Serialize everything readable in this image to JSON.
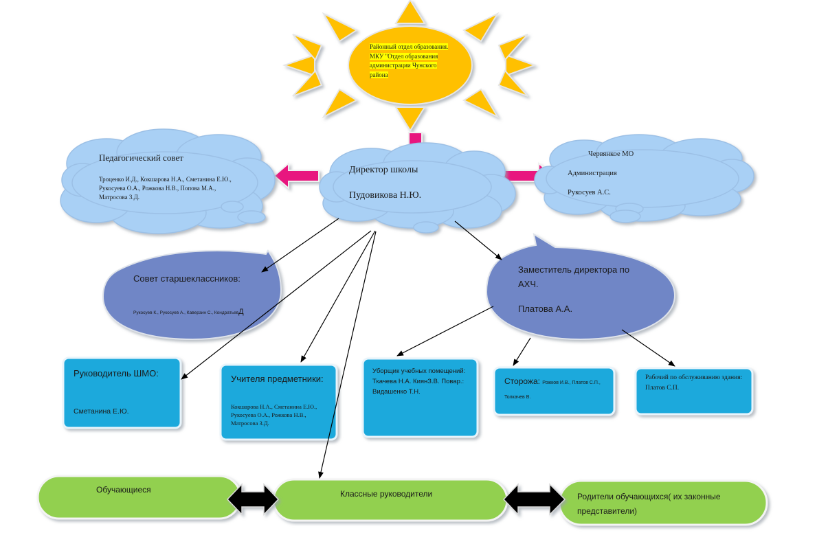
{
  "colors": {
    "sun": "#ffc200",
    "sun_ray": "#ffc000",
    "cloud": "#a9d0f5",
    "oval": "#6f86c6",
    "box": "#1aa9dc",
    "pill": "#92d050",
    "pink_arrow": "#e8197f"
  },
  "sun": {
    "text": "Районный  отдел образования.  МКУ \"Отдел  образования администрации  Чунского района"
  },
  "director": {
    "title": "Директор школы",
    "name": "Пудовикова Н.Ю."
  },
  "ped_council": {
    "title": "Педагогический совет",
    "members": "Троценко  И.Д., Кокшарова Н.А., Сметанина Е.Ю., Рукосуева  О.А., Рожкова Н.В., Попова М.А., Матросова  З.Д."
  },
  "mo": {
    "title": "Червянкое МО",
    "line2": "Администрация",
    "line3": "Рукосуев А.С."
  },
  "senior_council": {
    "title": "Совет старшеклассников:",
    "members_small": "Рукосуев К., Рукосуев А., Каверзин С., Кондратьев",
    "members_big": "Д"
  },
  "deputy": {
    "title": "Заместитель директора по АХЧ.",
    "name": "Платова А.А."
  },
  "shmo": {
    "title": "Руководитель ШМО:",
    "name": "Сметанина Е.Ю."
  },
  "teachers": {
    "title": "Учителя предметники:",
    "members": "Кокшарова  Н.А., Сметанина Е.Ю., Рукосуева  О.А., Рожкова Н.В., Матросова  З.Д."
  },
  "cleaners": {
    "text": "Уборщик учебных помещений: Ткачева Н.А. КиянЗ.В. Повар.: Видашенко Т.Н."
  },
  "guards": {
    "title": "Сторожа: ",
    "members": "Рожков И.В., Платов С.П., Толкачев В."
  },
  "worker": {
    "text": "Рабочий по обслуживанию здания:  Платов  С.П."
  },
  "students": {
    "label": "Обучающиеся"
  },
  "class_teachers": {
    "label": "Классные руководители"
  },
  "parents": {
    "label": "Родители обучающихся( их законные представители)"
  }
}
